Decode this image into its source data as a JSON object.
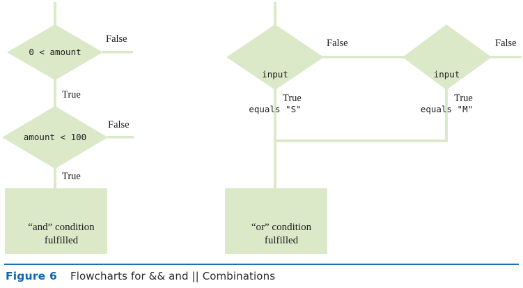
{
  "figure": {
    "number_label": "Figure 6",
    "caption": "Flowcharts for && and || Combinations",
    "accent_color": "#1166ab",
    "shape_fill": "#dce9c9",
    "connector_color": "#dce9c9",
    "text_color": "#1c1c1c"
  },
  "flowchart_and": {
    "title": "and-combination",
    "nodes": {
      "decision1": {
        "text": "0 < amount",
        "type": "decision"
      },
      "decision2": {
        "text": "amount < 100",
        "type": "decision"
      },
      "terminal": {
        "line1": "“and” condition",
        "line2": "fulfilled",
        "type": "process"
      }
    },
    "branches": {
      "d1_false": "False",
      "d1_true": "True",
      "d2_false": "False",
      "d2_true": "True"
    }
  },
  "flowchart_or": {
    "title": "or-combination",
    "nodes": {
      "decision1": {
        "line1": "input",
        "line2": "equals \"S\"",
        "type": "decision"
      },
      "decision2": {
        "line1": "input",
        "line2": "equals \"M\"",
        "type": "decision"
      },
      "terminal": {
        "line1": "“or” condition",
        "line2": "fulfilled",
        "type": "process"
      }
    },
    "branches": {
      "d1_false": "False",
      "d1_true": "True",
      "d2_false": "False",
      "d2_true": "True"
    }
  }
}
